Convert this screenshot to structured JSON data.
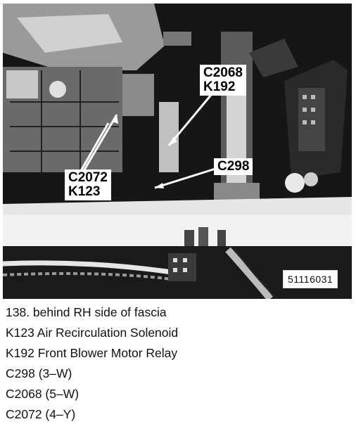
{
  "callouts": {
    "c2068_k192": {
      "line1": "C2068",
      "line2": "K192"
    },
    "c298": {
      "line1": "C298"
    },
    "c2072_k123": {
      "line1": "C2072",
      "line2": "K123"
    }
  },
  "reference_number": "51116031",
  "caption": {
    "lines": [
      "138. behind RH side of fascia",
      "K123 Air Recirculation Solenoid",
      "K192 Front Blower Motor Relay",
      "C298 (3–W)",
      "C2068 (5–W)",
      "C2072 (4–Y)"
    ]
  },
  "colors": {
    "photo_dark": "#111111",
    "photo_mid": "#5a5a5a",
    "photo_light": "#d8d8d8"
  }
}
